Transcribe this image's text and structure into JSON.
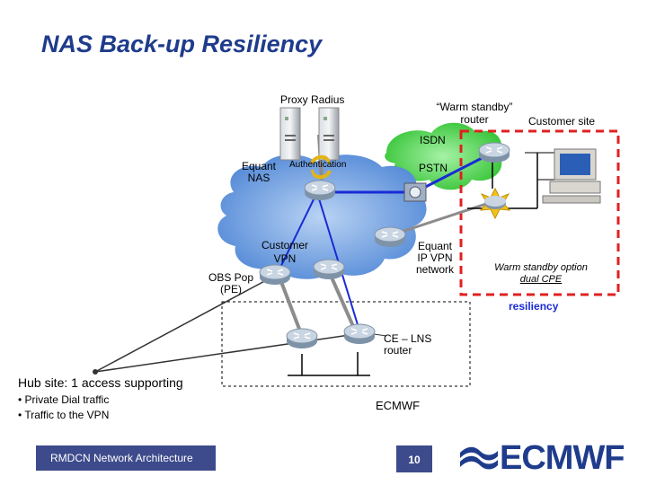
{
  "title": "NAS Back-up Resiliency",
  "labels": {
    "proxy_radius": "Proxy   Radius",
    "warm_standby_router": "“Warm standby”",
    "router_word": "router",
    "customer_site": "Customer site",
    "isdn": "ISDN",
    "pstn": "PSTN",
    "equant_nas_line1": "Equant",
    "equant_nas_line2": "NAS",
    "authentication": "Authentication",
    "customer_vpn_line1": "Customer",
    "customer_vpn_line2": "VPN",
    "equant_ipvpn_line1": "Equant",
    "equant_ipvpn_line2": "IP VPN",
    "equant_ipvpn_line3": "network",
    "warm_standby_option_line1": "Warm standby option",
    "warm_standby_option_line2": "dual CPE",
    "resiliency": "resiliency",
    "obs_pop_line1": "OBS Pop",
    "obs_pop_line2": "(PE)",
    "ce_lns_line1": "CE – LNS",
    "ce_lns_line2": "router",
    "ecmwf_site": "ECMWF",
    "hub_site": "Hub site: 1 access supporting",
    "hub_items": [
      "• Private Dial traffic",
      "• Traffic to the VPN"
    ]
  },
  "footer": {
    "left_text": "RMDCN Network Architecture",
    "page_number": "10",
    "logo": "ECMWF"
  },
  "colors": {
    "title": "#1f3c8c",
    "cloud": "#4f86d6",
    "isdn_cloud": "#3dcf3d",
    "dashed_box": "#e02020",
    "link_blue": "#1a2bd6",
    "resiliency_text": "#1a2bd6",
    "footer_bar": "#3d4b8c"
  }
}
